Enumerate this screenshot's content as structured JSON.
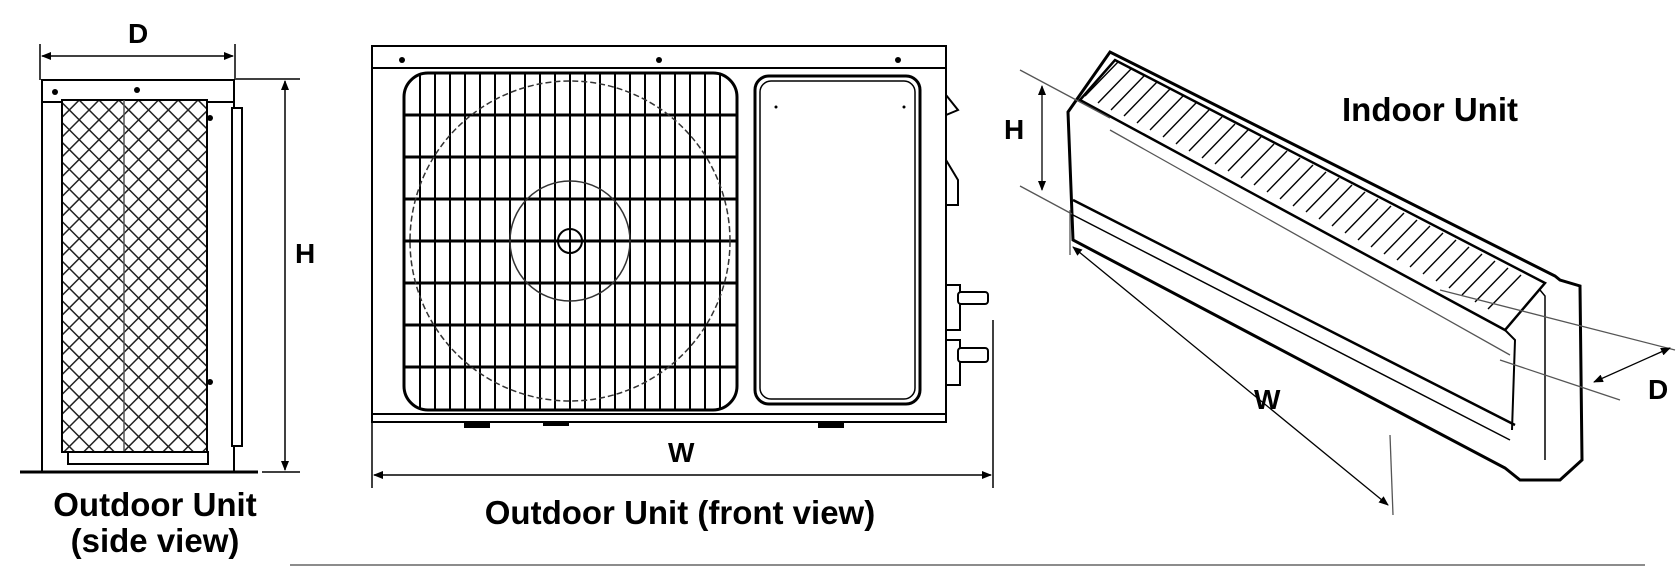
{
  "diagram": {
    "type": "dimension-drawing",
    "subject": "Split air conditioner units",
    "colors": {
      "line": "#000000",
      "dimension_line": "#555555",
      "background": "#ffffff",
      "rule": "#8c8c8c"
    }
  },
  "side_view": {
    "caption_line1": "Outdoor Unit",
    "caption_line2": "(side view)",
    "dim_depth": "D",
    "dim_height": "H"
  },
  "front_view": {
    "caption": "Outdoor Unit (front view)",
    "dim_width": "W"
  },
  "indoor_unit": {
    "caption": "Indoor Unit",
    "dim_height": "H",
    "dim_width": "W",
    "dim_depth": "D"
  }
}
